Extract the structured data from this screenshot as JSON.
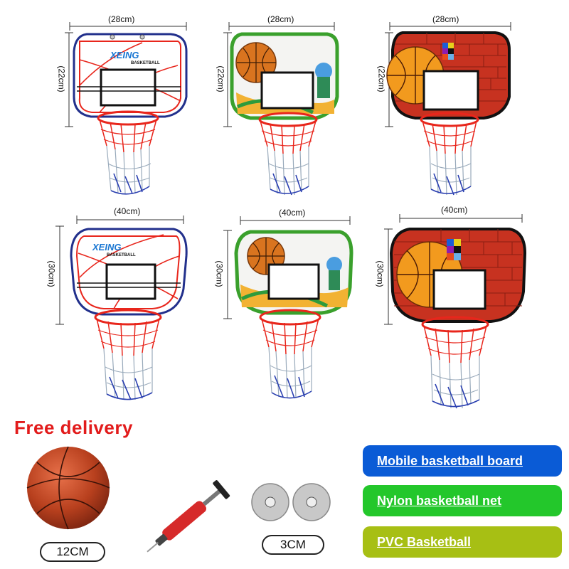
{
  "products": [
    {
      "size": "small",
      "style": "classic",
      "width_label": "(28cm)",
      "height_label": "(22cm)",
      "logo_text": "XEING",
      "logo_sub": "BASKETBALL"
    },
    {
      "size": "small",
      "style": "graffiti",
      "width_label": "(28cm)",
      "height_label": "(22cm)"
    },
    {
      "size": "small",
      "style": "brick",
      "width_label": "(28cm)",
      "height_label": "(22cm)"
    },
    {
      "size": "large",
      "style": "classic",
      "width_label": "(40cm)",
      "height_label": "(30cm)",
      "logo_text": "XEING",
      "logo_sub": "BASKETBALL"
    },
    {
      "size": "large",
      "style": "graffiti",
      "width_label": "(40cm)",
      "height_label": "(30cm)"
    },
    {
      "size": "large",
      "style": "brick",
      "width_label": "(40cm)",
      "height_label": "(30cm)"
    }
  ],
  "promo": {
    "free_delivery": "Free delivery"
  },
  "accessories": {
    "ball_size": "12CM",
    "suction_size": "3CM"
  },
  "features": [
    {
      "label": "Mobile basketball board",
      "color": "#0a5bd6"
    },
    {
      "label": "Nylon basketball net",
      "color": "#23c72b"
    },
    {
      "label": "PVC Basketball",
      "color": "#a7bf14"
    }
  ],
  "colors": {
    "rim": "#e8261c",
    "net_red": "#e8261c",
    "net_blue": "#2a3fb0",
    "classic_frame": "#22308c",
    "graffiti_frame": "#3aa02c",
    "brick": "#c73220"
  }
}
